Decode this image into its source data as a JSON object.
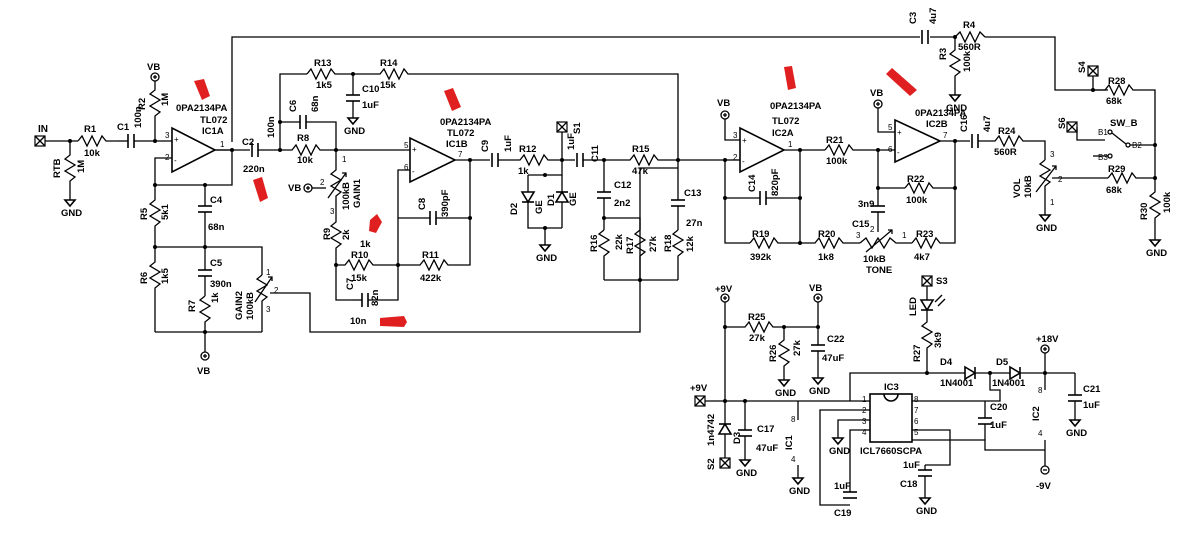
{
  "nets": {
    "in": "IN",
    "vb": "VB",
    "gnd": "GND",
    "p9v": "+9V",
    "p18v": "+18V",
    "m9v": "-9V",
    "s1": "S1",
    "s2": "S2",
    "s3": "S3",
    "s4": "S4",
    "s6": "S6",
    "sw_b": "SW_B",
    "b1": "B1",
    "b2": "B2",
    "b3": "B3"
  },
  "opamps": {
    "ic1a": {
      "ref": "IC1A",
      "part": "TL072",
      "sub": "0PA2134PA"
    },
    "ic1b": {
      "ref": "IC1B",
      "part": "TL072",
      "sub": "0PA2134PA"
    },
    "ic2a": {
      "ref": "IC2A",
      "part": "TL072",
      "sub": "0PA2134PA"
    },
    "ic2b": {
      "ref": "IC2B",
      "sub": "0PA2134PA"
    }
  },
  "resistors": {
    "r1": {
      "ref": "R1",
      "val": "10k"
    },
    "r2": {
      "ref": "R2",
      "val": "1M"
    },
    "r3": {
      "ref": "R3",
      "val": "100k"
    },
    "r4": {
      "ref": "R4",
      "val": "560R"
    },
    "r5": {
      "ref": "R5",
      "val": "5k1"
    },
    "r6": {
      "ref": "R6",
      "val": "1k5"
    },
    "r7": {
      "ref": "R7",
      "val": "1k"
    },
    "r8": {
      "ref": "R8",
      "val": "10k"
    },
    "r9": {
      "ref": "R9",
      "val": "2k"
    },
    "r10": {
      "ref": "R10",
      "val": "15k"
    },
    "r11": {
      "ref": "R11",
      "val": "422k"
    },
    "r12": {
      "ref": "R12",
      "val": "1k"
    },
    "r13": {
      "ref": "R13",
      "val": "1k5"
    },
    "r14": {
      "ref": "R14",
      "val": "15k"
    },
    "r15": {
      "ref": "R15",
      "val": "47k"
    },
    "r16": {
      "ref": "R16",
      "val": "22k"
    },
    "r17": {
      "ref": "R17",
      "val": "27k"
    },
    "r18": {
      "ref": "R18",
      "val": "12k"
    },
    "r19": {
      "ref": "R19",
      "val": "392k"
    },
    "r20": {
      "ref": "R20",
      "val": "1k8"
    },
    "r21": {
      "ref": "R21",
      "val": "100k"
    },
    "r22": {
      "ref": "R22",
      "val": "100k"
    },
    "r23": {
      "ref": "R23",
      "val": "4k7"
    },
    "r24": {
      "ref": "R24",
      "val": "560R"
    },
    "r25": {
      "ref": "R25",
      "val": "27k"
    },
    "r26": {
      "ref": "R26",
      "val": "27k"
    },
    "r27": {
      "ref": "R27",
      "val": "3k9"
    },
    "r28": {
      "ref": "R28",
      "val": "68k"
    },
    "r29": {
      "ref": "R29",
      "val": "68k"
    },
    "r30": {
      "ref": "R30",
      "val": "100k"
    },
    "rtb": {
      "ref": "RTB",
      "val": "1M"
    }
  },
  "capacitors": {
    "c1": {
      "ref": "C1",
      "val": "100n"
    },
    "c2": {
      "ref": "C2",
      "val": "220n"
    },
    "c2b": {
      "val": "100n"
    },
    "c3": {
      "ref": "C3",
      "val": "4u7"
    },
    "c4": {
      "ref": "C4",
      "val": "68n"
    },
    "c5": {
      "ref": "C5",
      "val": "390n"
    },
    "c6": {
      "ref": "C6",
      "val": "68n"
    },
    "c7": {
      "ref": "C7",
      "val": "82n"
    },
    "c7n": {
      "val": "10n"
    },
    "c8": {
      "ref": "C8",
      "val": "390pF"
    },
    "c9": {
      "ref": "C9",
      "val": "1uF"
    },
    "c10": {
      "ref": "C10",
      "val": "1uF"
    },
    "c11": {
      "ref": "C11",
      "val": "1uF"
    },
    "c12": {
      "ref": "C12",
      "val": "2n2"
    },
    "c13": {
      "ref": "C13",
      "val": "27n"
    },
    "c14": {
      "ref": "C14",
      "val": "820pF"
    },
    "c15": {
      "ref": "C15",
      "val": "3n9"
    },
    "c16": {
      "ref": "C16",
      "val": "4u7"
    },
    "c17": {
      "ref": "C17",
      "val": "47uF"
    },
    "c18": {
      "ref": "C18",
      "val": "1uF"
    },
    "c19": {
      "ref": "C19",
      "val": "1uF"
    },
    "c20": {
      "ref": "C20",
      "val": "1uF"
    },
    "c21": {
      "ref": "C21",
      "val": "1uF"
    },
    "c22": {
      "ref": "C22",
      "val": "47uF"
    }
  },
  "pots": {
    "gain1": {
      "ref": "GAIN1",
      "val": "100kB",
      "pins": [
        "1",
        "2",
        "3"
      ]
    },
    "gain2": {
      "ref": "GAIN2",
      "val": "100kB",
      "pins": [
        "1",
        "2",
        "3"
      ]
    },
    "tone": {
      "ref": "TONE",
      "val": "10kB",
      "pins": [
        "3",
        "2",
        "1"
      ]
    },
    "vol": {
      "ref": "VOL",
      "val": "10kB",
      "pins": [
        "3",
        "2",
        "1"
      ]
    }
  },
  "diodes": {
    "d1": {
      "ref": "D1",
      "val": "GE"
    },
    "d2": {
      "ref": "D2",
      "val": "GE"
    },
    "d3": {
      "ref": "D3",
      "val": "1n4742"
    },
    "d4": {
      "ref": "D4",
      "val": "1N4001"
    },
    "d5": {
      "ref": "D5",
      "val": "1N4001"
    },
    "led": {
      "ref": "LED"
    }
  },
  "ics": {
    "ic3": {
      "ref": "IC3",
      "part": "ICL7660SCPA",
      "pins_left": [
        "1",
        "2",
        "3",
        "4"
      ],
      "pins_right": [
        "8",
        "7",
        "6",
        "5"
      ]
    },
    "ic1": {
      "ref": "IC1",
      "pin_top": "8",
      "pin_bot": "4"
    },
    "ic2": {
      "ref": "IC2",
      "pin_top": "8",
      "pin_bot": "4"
    }
  },
  "pins": {
    "plus": "+",
    "minus": "-",
    "p1": "1",
    "p2": "2",
    "p3": "3",
    "p5": "5",
    "p6": "6",
    "p7": "7"
  }
}
